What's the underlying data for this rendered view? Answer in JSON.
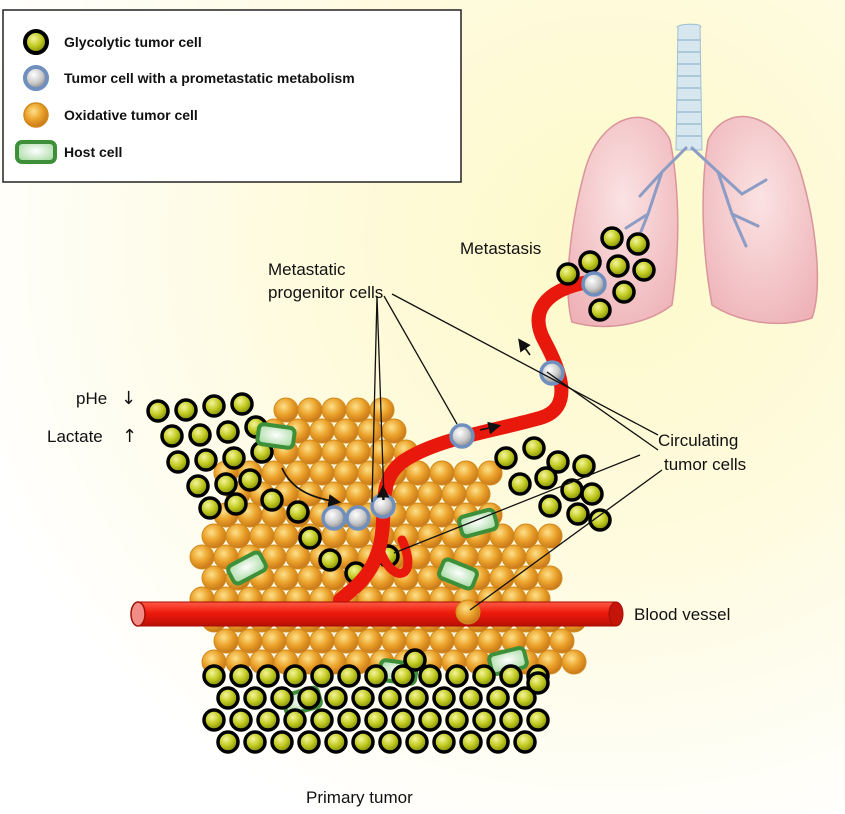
{
  "legend": {
    "items": [
      {
        "label": "Glycolytic tumor cell",
        "kind": "glycolytic"
      },
      {
        "label": "Tumor cell with a prometastatic metabolism",
        "kind": "prometastatic"
      },
      {
        "label": "Oxidative tumor cell",
        "kind": "oxidative"
      },
      {
        "label": "Host cell",
        "kind": "host"
      }
    ]
  },
  "labels": {
    "metastasis": "Metastasis",
    "progenitor_line1": "Metastatic",
    "progenitor_line2": "progenitor cells",
    "ph": "pHe",
    "lactate": "Lactate",
    "circulating_line1": "Circulating",
    "circulating_line2": "tumor cells",
    "blood_vessel": "Blood vessel",
    "primary_tumor": "Primary tumor"
  },
  "indicators": {
    "ph": "decrease",
    "lactate": "increase"
  },
  "colors": {
    "glycolytic_fill": "#b7c21c",
    "oxidative_fill": "#e8a82a",
    "prometastatic_ring": "#6f8fbf",
    "host_border": "#3d8f3a",
    "vessel": "#e8180c",
    "lung": "#f3c4c6"
  }
}
